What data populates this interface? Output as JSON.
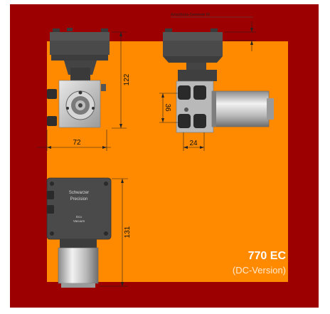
{
  "product": {
    "model": "770 EC",
    "version": "(DC-Version)"
  },
  "dimensions": {
    "front_width": "72",
    "front_height": "122",
    "side_port_spacing": "36",
    "side_offset": "24",
    "bottom_height": "131",
    "thread_note": "Anschluss-Gewinde M"
  },
  "unit_labels": {
    "brand_line1": "Schwarzer",
    "brand_line2": "Precision",
    "small_line1": "Ecu",
    "small_line2": "Vacuum"
  },
  "colors": {
    "frame": "#9d0000",
    "panel": "#ff8a00",
    "housing": "#4a4a4a",
    "metal": "#c8c8c8"
  }
}
